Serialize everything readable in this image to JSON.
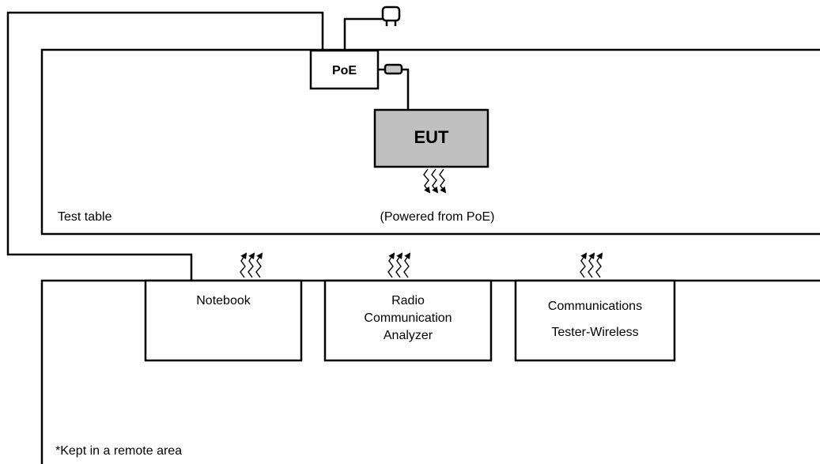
{
  "test_table": {
    "label": "Test table"
  },
  "poe": {
    "label": "PoE"
  },
  "eut": {
    "label": "EUT",
    "fill": "#c0c0c0",
    "note": "(Powered from PoE)"
  },
  "remote_area": {
    "note": "*Kept in a remote area",
    "devices": [
      {
        "lines": [
          "Notebook"
        ]
      },
      {
        "lines": [
          "Radio",
          "Communication",
          "Analyzer"
        ]
      },
      {
        "lines": [
          "Communications",
          "Tester-Wireless"
        ]
      }
    ]
  },
  "colors": {
    "line": "#000000",
    "eut_fill": "#c0c0c0",
    "connector_fill": "#c8c8c8"
  },
  "icons": {
    "power": "power-plug-icon",
    "radio": "radio-waves-icon",
    "connector": "ethernet-connector-icon"
  }
}
